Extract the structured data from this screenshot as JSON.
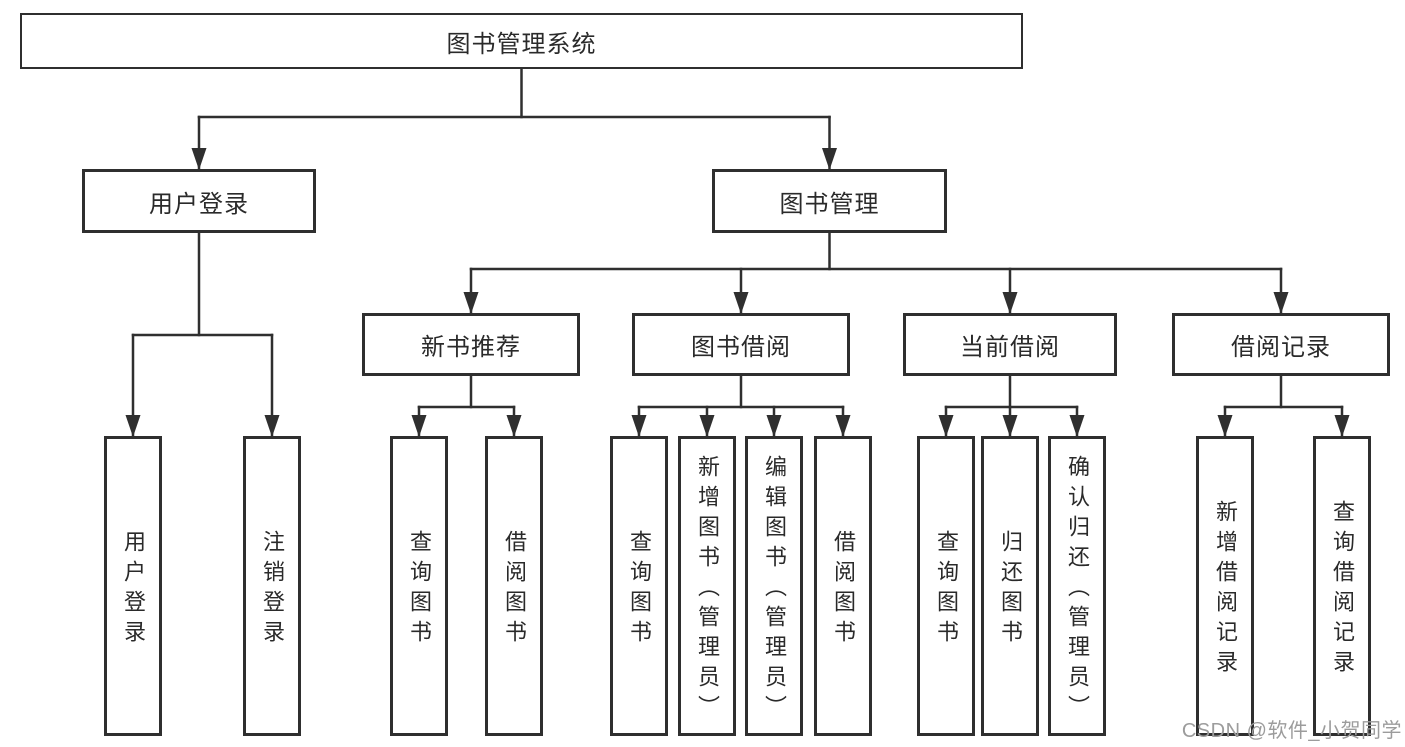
{
  "diagram": {
    "root": {
      "label": "图书管理系统"
    },
    "branches": [
      {
        "label": "用户登录",
        "children": [
          {
            "label": "用户登录"
          },
          {
            "label": "注销登录"
          }
        ]
      },
      {
        "label": "图书管理",
        "children": [
          {
            "label": "新书推荐",
            "children": [
              {
                "label": "查询图书"
              },
              {
                "label": "借阅图书"
              }
            ]
          },
          {
            "label": "图书借阅",
            "children": [
              {
                "label": "查询图书"
              },
              {
                "label": "新增图书（管理员）"
              },
              {
                "label": "编辑图书（管理员）"
              },
              {
                "label": "借阅图书"
              }
            ]
          },
          {
            "label": "当前借阅",
            "children": [
              {
                "label": "查询图书"
              },
              {
                "label": "归还图书"
              },
              {
                "label": "确认归还（管理员）"
              }
            ]
          },
          {
            "label": "借阅记录",
            "children": [
              {
                "label": "新增借阅记录"
              },
              {
                "label": "查询借阅记录"
              }
            ]
          }
        ]
      }
    ]
  },
  "watermark": {
    "text": "CSDN @软件_小贺同学"
  },
  "colors": {
    "line": "#2f2f2f",
    "text": "#2a2a2a",
    "watermark": "#9c9c9c",
    "background": "#ffffff"
  }
}
